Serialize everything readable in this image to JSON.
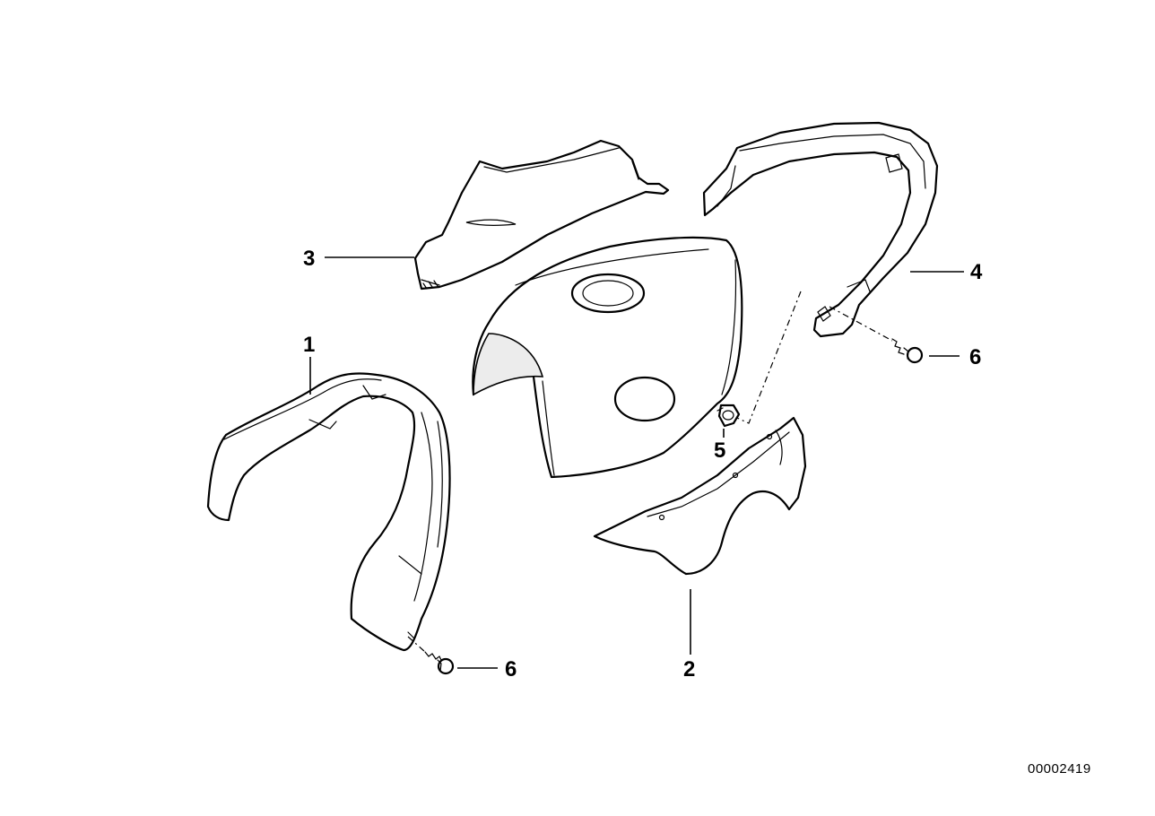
{
  "diagram": {
    "callouts": {
      "c1": "1",
      "c2": "2",
      "c3": "3",
      "c4": "4",
      "c5": "5",
      "c6a": "6",
      "c6b": "6"
    },
    "document_number": "00002419"
  }
}
